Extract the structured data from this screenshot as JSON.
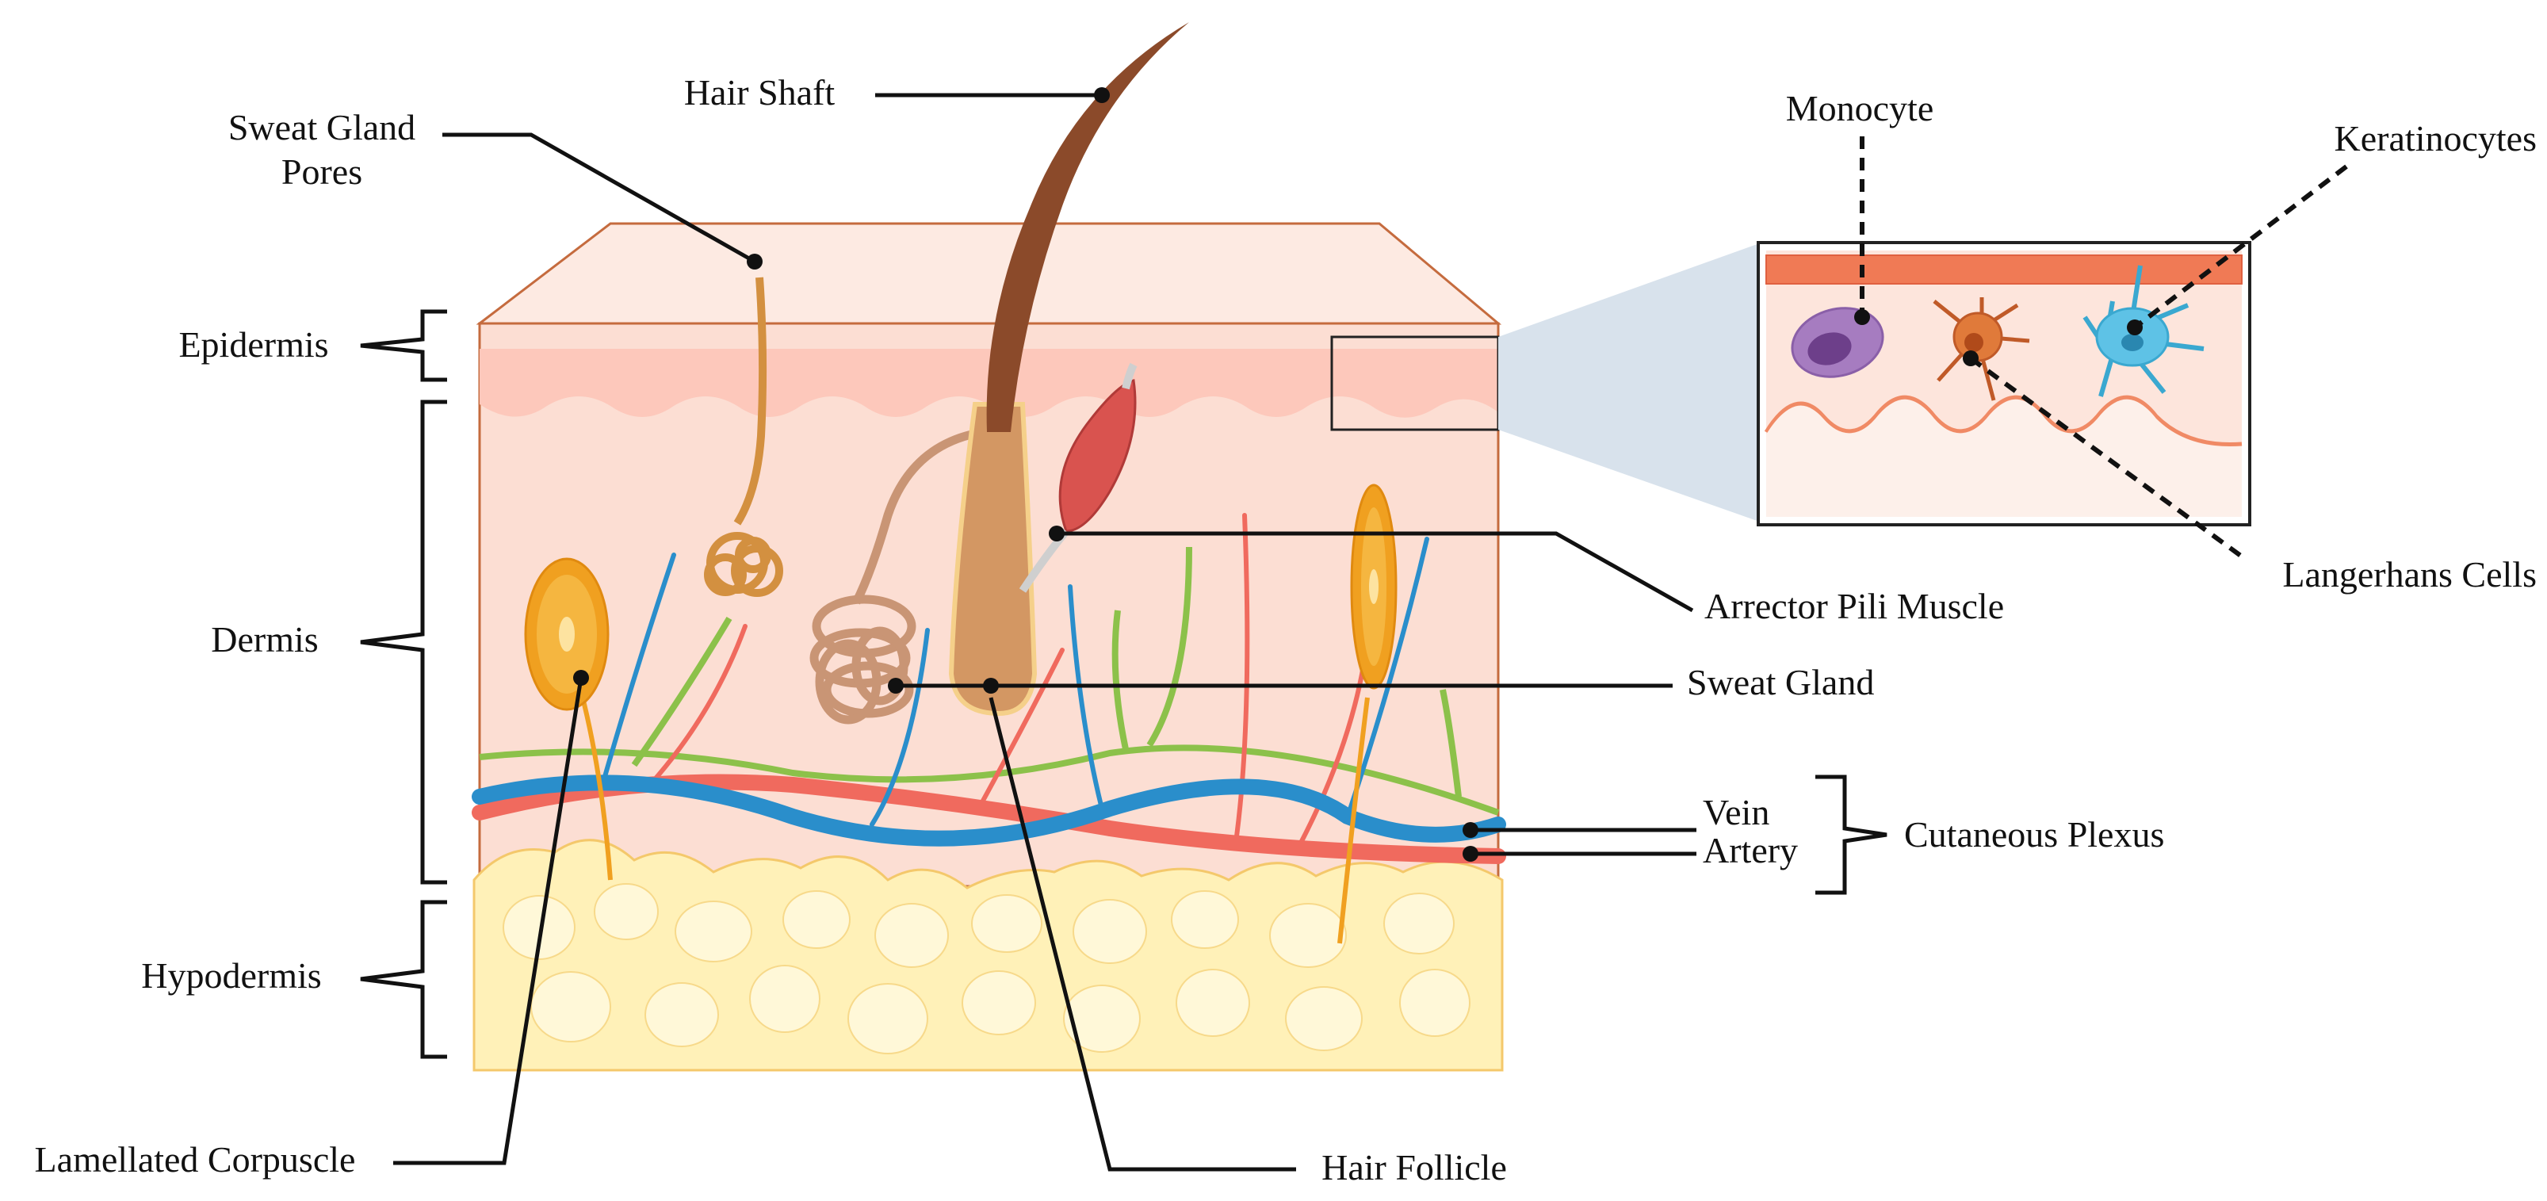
{
  "labels": {
    "hair_shaft": "Hair Shaft",
    "sweat_gland_pores_line1": "Sweat Gland",
    "sweat_gland_pores_line2": "Pores",
    "epidermis": "Epidermis",
    "dermis": "Dermis",
    "hypodermis": "Hypodermis",
    "lamellated_corpuscle": "Lamellated Corpuscle",
    "hair_follicle": "Hair Follicle",
    "arrector_pili_muscle": "Arrector Pili Muscle",
    "sweat_gland": "Sweat Gland",
    "vein": "Vein",
    "artery": "Artery",
    "cutaneous_plexus": "Cutaneous Plexus",
    "monocyte": "Monocyte",
    "keratinocytes": "Keratinocytes",
    "langerhans_cells": "Langerhans Cells"
  },
  "colors": {
    "dermis": "#fcded3",
    "epidermis_band": "#fdc8bb",
    "skin_outline": "#c56b3e",
    "hypodermis_fat": "#fff1b8",
    "fat_outline": "#f4c86b",
    "vein": "#2a8ecb",
    "artery": "#f06a5e",
    "nerve": "#8cc14a",
    "corpuscle": "#f0a020",
    "hair": "#8b4a2a",
    "follicle": "#d39763",
    "muscle": "#d9534f",
    "zoom_panel": "#d8e2ec",
    "monocyte": "#a67cc0",
    "langerhans": "#e07a3a",
    "keratinocyte": "#5ec2e6",
    "leader_line": "#111111"
  }
}
